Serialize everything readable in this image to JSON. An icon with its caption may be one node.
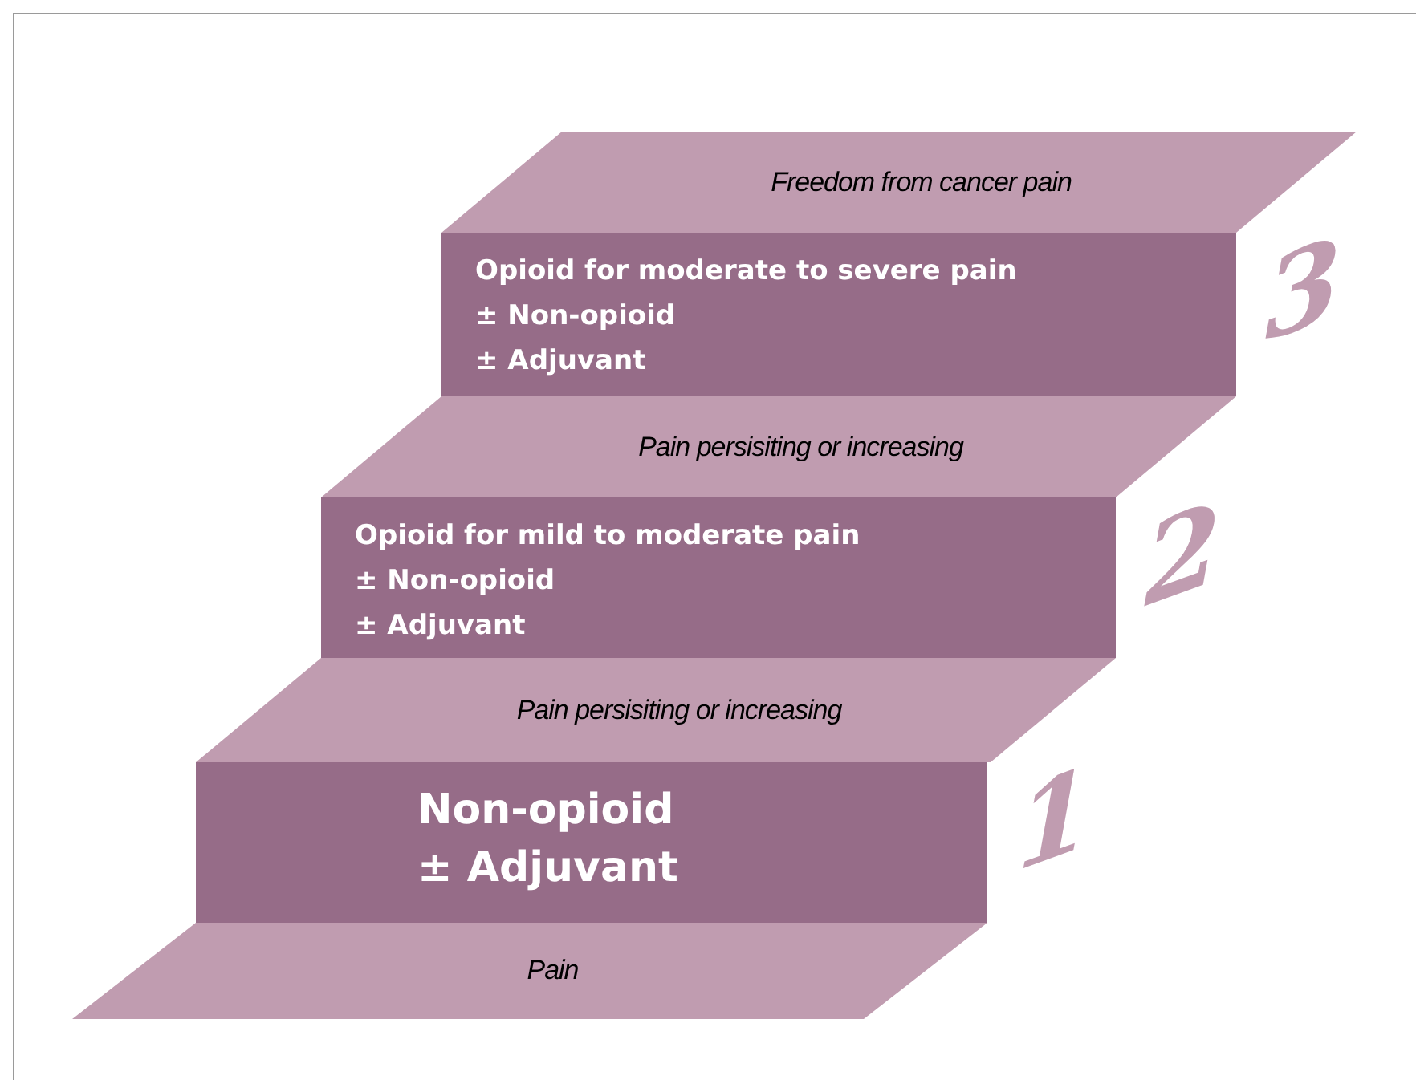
{
  "diagram": {
    "nodes": [
      {
        "text": [
          "Freedom from cancer pain"
        ]
      },
      {
        "text": [
          "Opioid for moderate to severe pain",
          "± Non-opioid",
          "± Adjuvant"
        ],
        "beside": [
          "3"
        ]
      },
      {
        "text": [
          "Pain persisiting or increasing"
        ]
      },
      {
        "text": [
          "Opioid for mild to moderate pain",
          "± Non-opioid",
          "± Adjuvant"
        ],
        "beside": [
          "2"
        ]
      },
      {
        "text": [
          "Pain persisiting or increasing"
        ]
      },
      {
        "text": [
          "Non-opioid",
          "± Adjuvant"
        ],
        "beside": [
          "1"
        ]
      },
      {
        "text": [
          "Pain"
        ]
      }
    ]
  }
}
